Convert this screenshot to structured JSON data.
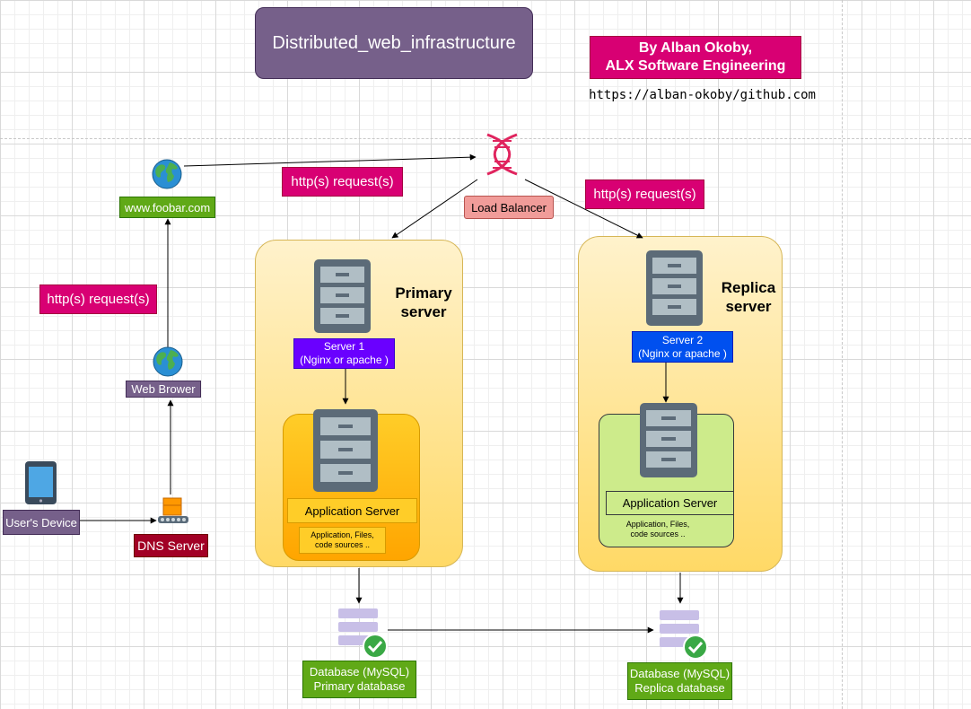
{
  "title": "Distributed_web_infrastructure",
  "author": {
    "line1": "By Alban Okoby,",
    "line2": "ALX Software Engineering",
    "url": "https://alban-okoby/github.com"
  },
  "domain_label": "www.foobar.com",
  "browser_label": "Web Brower",
  "device_label": "User's Device",
  "dns_label": "DNS Server",
  "load_balancer_label": "Load Balancer",
  "requests": {
    "browser_to_lb": "http(s) request(s)",
    "lb_to_replica": "http(s) request(s)",
    "browser_to_domain": "http(s) request(s)"
  },
  "primary": {
    "title_line1": "Primary",
    "title_line2": "server",
    "server_line1": "Server 1",
    "server_line2": "(Nginx or apache )",
    "app_server": "Application Server",
    "files_line1": "Application, Files,",
    "files_line2": "code sources .."
  },
  "replica": {
    "title_line1": "Replica",
    "title_line2": "server",
    "server_line1": "Server 2",
    "server_line2": "(Nginx or apache )",
    "app_server": "Application Server",
    "files_line1": "Application, Files,",
    "files_line2": "code sources .."
  },
  "databases": {
    "primary_line1": "Database (MySQL)",
    "primary_line2": "Primary database",
    "replica_line1": "Database (MySQL)",
    "replica_line2": "Replica database"
  },
  "icons": [
    "globe-icon",
    "dna-load-balancer-icon",
    "server-cabinet-icon",
    "tablet-icon",
    "dns-box-icon",
    "database-stack-icon",
    "check-badge-icon"
  ],
  "colors": {
    "magenta": "#d80073",
    "purple": "#76608a",
    "green": "#60a917",
    "violet": "#6a00ff",
    "blue": "#0050ef",
    "dark_red": "#a20025",
    "amber": "#ffcd28"
  }
}
